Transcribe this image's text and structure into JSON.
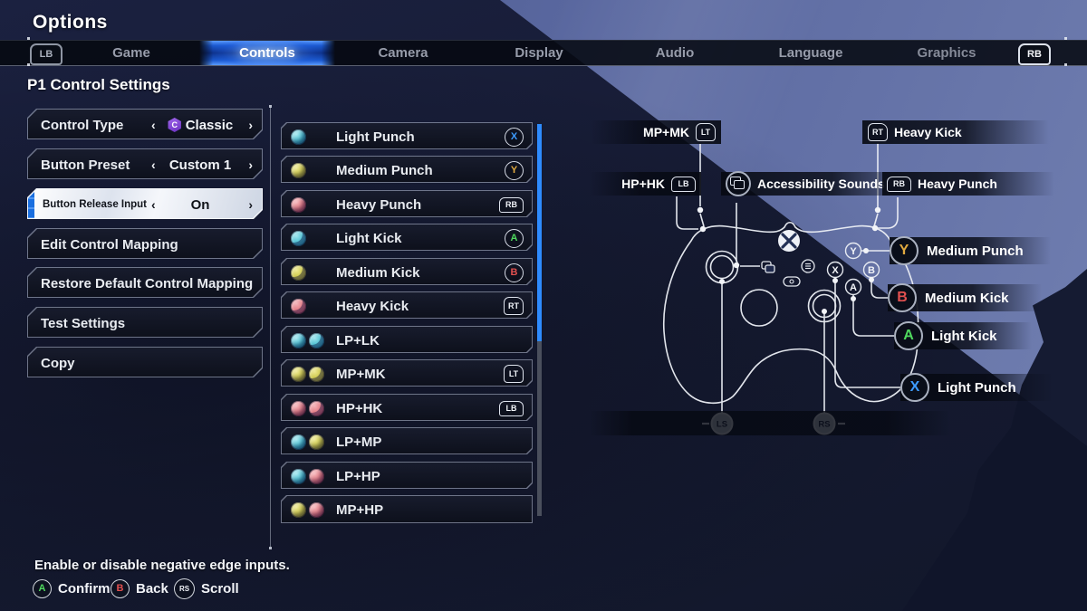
{
  "window": {
    "title": "Options"
  },
  "tab_bar": {
    "left_bumper": "LB",
    "right_bumper": "RB",
    "tabs": [
      "Game",
      "Controls",
      "Camera",
      "Display",
      "Audio",
      "Language",
      "Graphics"
    ],
    "active_tab": "Controls"
  },
  "panel": {
    "title": "P1 Control Settings"
  },
  "arrows": {
    "left": "‹",
    "right": "›"
  },
  "settings": [
    {
      "label": "Control Type",
      "value": "Classic",
      "badge": "C"
    },
    {
      "label": "Button Preset",
      "value": "Custom 1"
    },
    {
      "label": "Button Release Input",
      "value": "On",
      "selected": true
    },
    {
      "label": "Edit Control Mapping"
    },
    {
      "label": "Restore Default Control Mapping"
    },
    {
      "label": "Test Settings"
    },
    {
      "label": "Copy"
    }
  ],
  "mappings": [
    {
      "action": "Light Punch",
      "icons": [
        "light-punch"
      ],
      "glyph": "X"
    },
    {
      "action": "Medium Punch",
      "icons": [
        "medium-punch"
      ],
      "glyph": "Y"
    },
    {
      "action": "Heavy Punch",
      "icons": [
        "heavy-punch"
      ],
      "glyph": "RB"
    },
    {
      "action": "Light Kick",
      "icons": [
        "light-kick"
      ],
      "glyph": "A"
    },
    {
      "action": "Medium Kick",
      "icons": [
        "medium-kick"
      ],
      "glyph": "B"
    },
    {
      "action": "Heavy Kick",
      "icons": [
        "heavy-kick"
      ],
      "glyph": "RT"
    },
    {
      "action": "LP+LK",
      "icons": [
        "light-punch",
        "light-kick"
      ],
      "glyph": ""
    },
    {
      "action": "MP+MK",
      "icons": [
        "medium-punch",
        "medium-kick"
      ],
      "glyph": "LT"
    },
    {
      "action": "HP+HK",
      "icons": [
        "heavy-punch",
        "heavy-kick"
      ],
      "glyph": "LB"
    },
    {
      "action": "LP+MP",
      "icons": [
        "light-punch",
        "medium-punch"
      ],
      "glyph": ""
    },
    {
      "action": "LP+HP",
      "icons": [
        "light-punch",
        "heavy-punch"
      ],
      "glyph": ""
    },
    {
      "action": "MP+HP",
      "icons": [
        "medium-punch",
        "heavy-punch"
      ],
      "glyph": ""
    }
  ],
  "controller": {
    "callouts": {
      "lt": {
        "text": "MP+MK",
        "glyph": "LT"
      },
      "rt": {
        "text": "Heavy Kick",
        "glyph": "RT"
      },
      "lb": {
        "text": "HP+HK",
        "glyph": "LB"
      },
      "accessibility": {
        "text": "Accessibility Sounds"
      },
      "rb": {
        "text": "Heavy Punch",
        "glyph": "RB"
      },
      "y": {
        "text": "Medium Punch",
        "glyph": "Y"
      },
      "b": {
        "text": "Medium Kick",
        "glyph": "B"
      },
      "a": {
        "text": "Light Kick",
        "glyph": "A"
      },
      "x": {
        "text": "Light Punch",
        "glyph": "X"
      }
    },
    "face_buttons": {
      "y": "Y",
      "x": "X",
      "b": "B",
      "a": "A"
    },
    "sticks": {
      "left": "LS",
      "right": "RS",
      "dash": "-"
    }
  },
  "footer": {
    "description": "Enable or disable negative edge inputs.",
    "hints": [
      {
        "glyph": "A",
        "label": "Confirm"
      },
      {
        "glyph": "B",
        "label": "Back"
      },
      {
        "glyph": "RS",
        "label": "Scroll"
      }
    ]
  },
  "colors": {
    "accent_blue": "#2f7dff",
    "btn_x": "#3d9bff",
    "btn_y": "#e0a93f",
    "btn_a": "#4fd95e",
    "btn_b": "#e0504f",
    "punch_light": "#3fb9cc",
    "punch_medium": "#c6c23e",
    "punch_heavy": "#e0707a",
    "classic_badge": "#8a4fd8"
  }
}
